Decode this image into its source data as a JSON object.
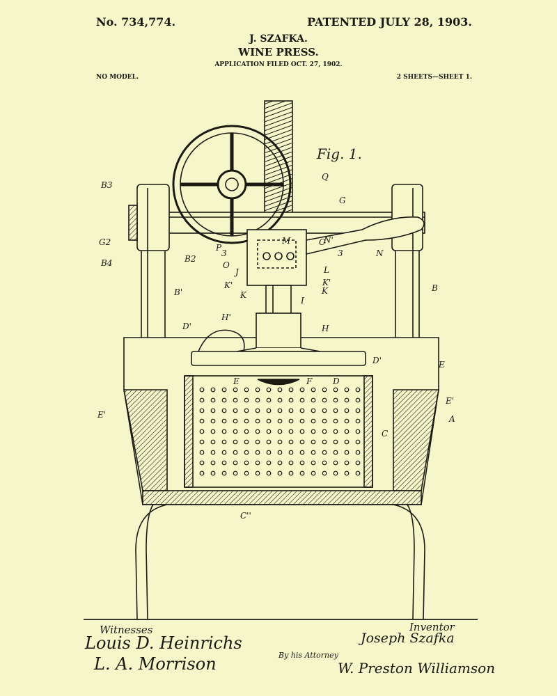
{
  "header": {
    "patent_number": "No. 734,774.",
    "patent_date": "PATENTED JULY 28, 1903.",
    "inventor_name": "J. SZAFKA.",
    "title": "WINE PRESS.",
    "application_filed": "APPLICATION FILED OCT. 27, 1902.",
    "model_note": "NO MODEL.",
    "sheet_info": "2 SHEETS—SHEET 1."
  },
  "drawing": {
    "figure_label": "Fig. 1.",
    "labels": [
      "B3",
      "Q",
      "G",
      "G2",
      "P",
      "M",
      "N'",
      "O",
      "3",
      "3",
      "N",
      "B4",
      "B2",
      "O",
      "J",
      "L",
      "K'",
      "K'",
      "K",
      "K",
      "I",
      "B'",
      "B",
      "H'",
      "H",
      "D'",
      "D'",
      "E",
      "F",
      "D",
      "E",
      "E'",
      "E'",
      "A",
      "C",
      "C''"
    ]
  },
  "footer": {
    "witnesses_label": "Witnesses",
    "witness_1": "Louis D. Heinrichs",
    "witness_2": "L. A. Morrison",
    "inventor_label": "Inventor",
    "inventor_signature": "Joseph Szafka",
    "attorney_label": "By his Attorney",
    "attorney_signature": "W. Preston Williamson"
  },
  "colors": {
    "paper": "#f6f6cb",
    "ink": "#1a1a12"
  }
}
